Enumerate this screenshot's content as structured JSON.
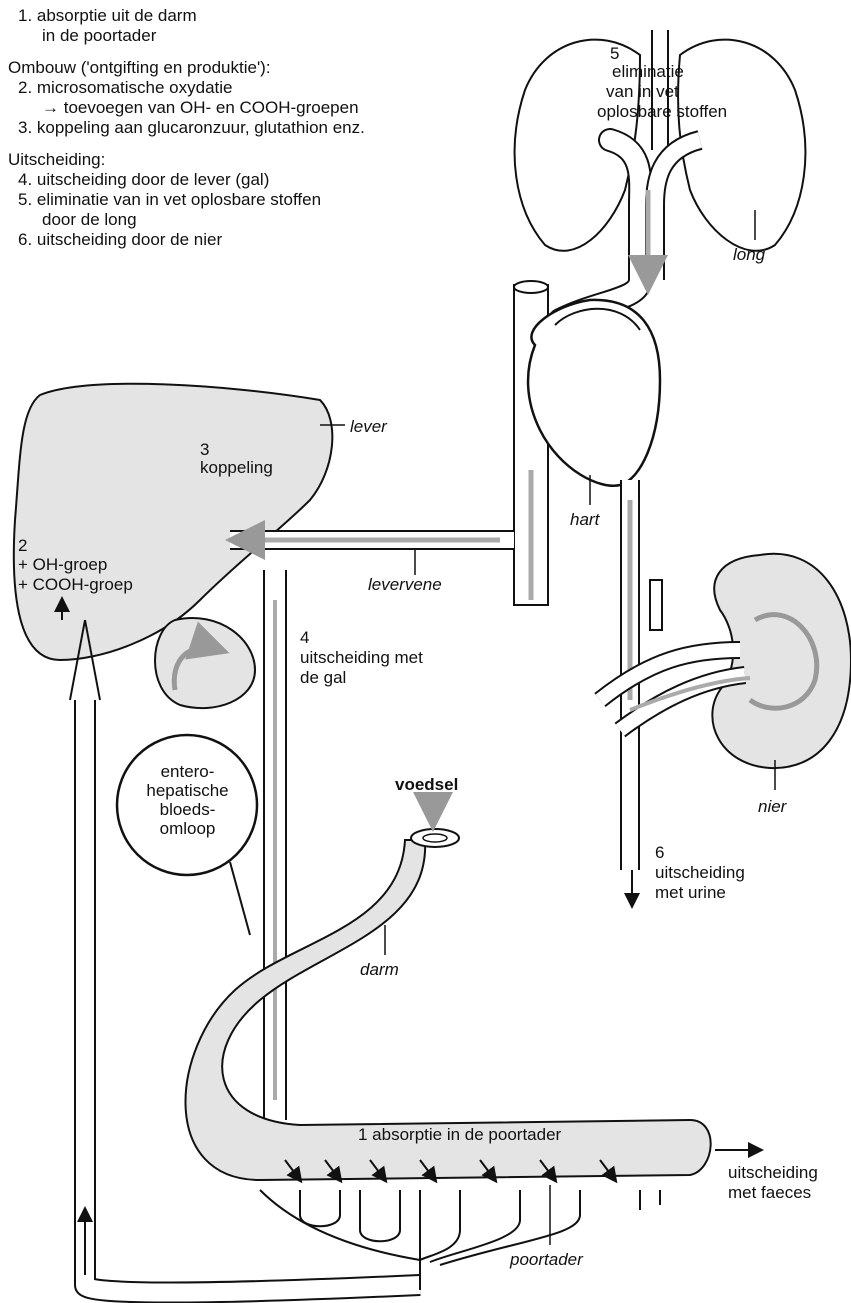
{
  "legend": {
    "l1a": "1. absorptie uit de darm",
    "l1b": "in de poortader",
    "ombouw": "Ombouw ('ontgifting en produktie'):",
    "l2": "2. microsomatische oxydatie",
    "l2b": "→ toevoegen van OH- en COOH-groepen",
    "l3": "3. koppeling aan glucaronzuur, glutathion enz.",
    "uits": "Uitscheiding:",
    "l4": "4. uitscheiding door de lever (gal)",
    "l5a": "5. eliminatie van in vet oplosbare stoffen",
    "l5b": "door de long",
    "l6": "6. uitscheiding door de nier"
  },
  "labels": {
    "lever": "lever",
    "long": "long",
    "hart": "hart",
    "levervene": "levervene",
    "nier": "nier",
    "darm": "darm",
    "poortader": "poortader",
    "voedsel": "voedsel",
    "n5": "5",
    "n5a": "eliminatie",
    "n5b": "van in vet",
    "n5c": "oplosbare stoffen",
    "n3": "3",
    "n3a": "koppeling",
    "n2": "2",
    "n2a": "+ OH-groep",
    "n2b": "+ COOH-groep",
    "n4": "4",
    "n4a": "uitscheiding met",
    "n4b": "de gal",
    "circle_a": "entero-",
    "circle_b": "hepatische",
    "circle_c": "bloeds-",
    "circle_d": "omloop",
    "n6": "6",
    "n6a": "uitscheiding",
    "n6b": "met urine",
    "n1": "1 absorptie in de poortader",
    "faeces_a": "uitscheiding",
    "faeces_b": "met faeces"
  },
  "colors": {
    "ink": "#111111",
    "fill": "#e4e4e4",
    "flow": "#a9a9a9"
  }
}
